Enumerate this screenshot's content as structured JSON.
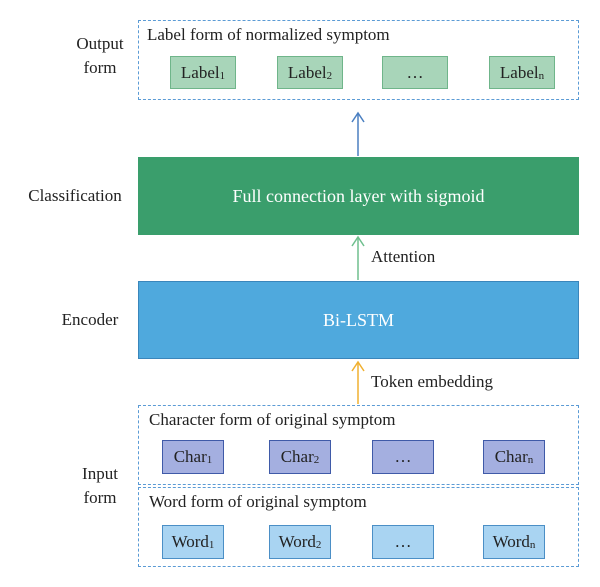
{
  "side_labels": {
    "output_line1": "Output",
    "output_line2": "form",
    "classification": "Classification",
    "encoder": "Encoder",
    "input_line1": "Input",
    "input_line2": "form"
  },
  "output_box": {
    "title": "Label form of normalized symptom",
    "tokens": [
      {
        "base": "Label",
        "sub": "1"
      },
      {
        "base": "Label",
        "sub": "2"
      },
      {
        "base": "…",
        "sub": ""
      },
      {
        "base": "Label",
        "sub": "n"
      }
    ]
  },
  "classification_layer": {
    "label": "Full connection layer with sigmoid",
    "color": "#3a9e6c"
  },
  "encoder_layer": {
    "label": "Bi-LSTM",
    "color": "#4fa9dd"
  },
  "arrows": {
    "attention_label": "Attention",
    "token_embedding_label": "Token embedding",
    "output_arrow_color": "#4a7fc1",
    "attention_arrow_color": "#6fbf8e",
    "embedding_arrow_color": "#f0b030"
  },
  "character_box": {
    "title": "Character form of original symptom",
    "tokens": [
      {
        "base": "Char",
        "sub": "1"
      },
      {
        "base": "Char",
        "sub": "2"
      },
      {
        "base": "…",
        "sub": ""
      },
      {
        "base": "Char",
        "sub": "n"
      }
    ]
  },
  "word_box": {
    "title": "Word form of original symptom",
    "tokens": [
      {
        "base": "Word",
        "sub": "1"
      },
      {
        "base": "Word",
        "sub": "2"
      },
      {
        "base": "…",
        "sub": ""
      },
      {
        "base": "Word",
        "sub": "n"
      }
    ]
  }
}
